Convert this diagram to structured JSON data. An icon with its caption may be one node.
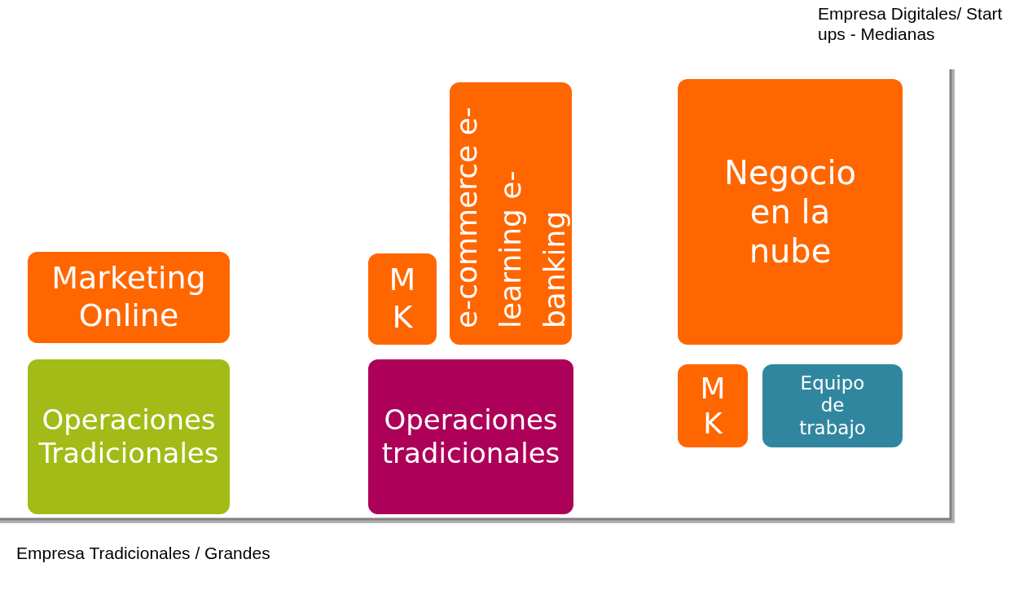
{
  "diagram": {
    "nodes": [
      {
        "text": [
          "Marketing Online"
        ]
      },
      {
        "text": [
          "Operaciones Tradicionales"
        ]
      },
      {
        "text": [
          "MK"
        ]
      },
      {
        "text": [
          "e-commerce e-learning e-banking"
        ]
      },
      {
        "text": [
          "Negocio en la nube"
        ]
      },
      {
        "text": [
          "Operaciones tradicionales"
        ]
      },
      {
        "text": [
          "MK"
        ]
      },
      {
        "text": [
          "Equipo de trabajo"
        ]
      }
    ],
    "labels": [
      "Empresa Digitales/ Start ups - Medianas",
      "Empresa Tradicionales / Grandes"
    ]
  }
}
